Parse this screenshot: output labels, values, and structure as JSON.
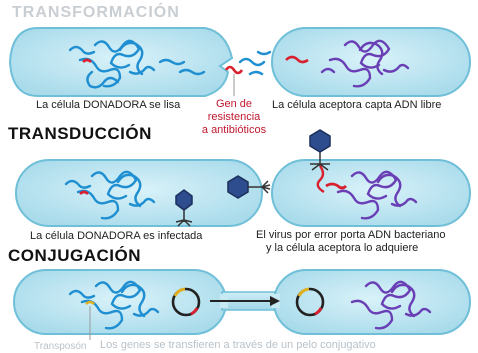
{
  "sections": {
    "transformation": {
      "title": "TRANSFORMACIÓN"
    },
    "transduction": {
      "title": "TRANSDUCCIÓN"
    },
    "conjugation": {
      "title": "CONJUGACIÓN"
    }
  },
  "captions": {
    "donor_lysed": "La célula DONADORA se lisa",
    "resistance_gene_line1": "Gen de",
    "resistance_gene_line2": "resistencia",
    "resistance_gene_line3": "a antibióticos",
    "acceptor_captures": "La célula aceptora capta ADN libre",
    "donor_infected": "La célula DONADORA es infectada",
    "virus_carries_line1": "El virus por error porta ADN bacteriano",
    "virus_carries_line2": "y la célula aceptora lo adquiere",
    "transposon": "Transposón",
    "conjugation_desc": "Los genes se transfieren a través de un pelo conjugativo"
  },
  "colors": {
    "cell_fill": "#bfe6f2",
    "cell_stroke": "#6fbfd8",
    "donor_dna": "#1f8fd1",
    "acceptor_dna": "#6a3fb5",
    "resistance_gene": "#d8202f",
    "plasmid": "#222222",
    "plasmid_highlight": "#e0b020"
  },
  "icons": {
    "virus": "bacteriophage-icon",
    "arrow": "right-arrow-icon",
    "plasmid": "plasmid-ring-icon"
  }
}
